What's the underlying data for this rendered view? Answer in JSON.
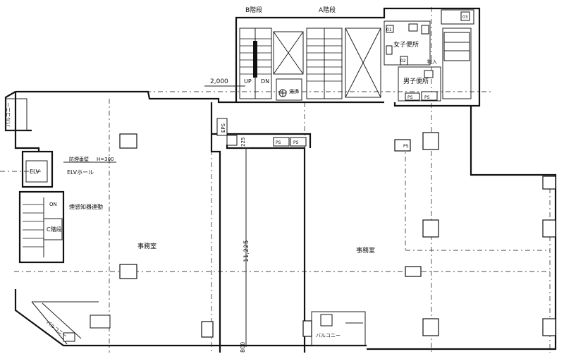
{
  "labels": {
    "b_stair": "B階段",
    "a_stair": "A階段",
    "womens_wc": "女子便所",
    "mens_wc": "男子便所",
    "storage": "物入",
    "utility": "湯沸",
    "dim_2000": "2,000",
    "dim_11225": "11,225",
    "dim_225": "225",
    "dim_800": "800",
    "up": "UP",
    "dn": "DN",
    "on": "ON",
    "elv": "ELV",
    "elv_hall": "ELVホール",
    "fire_shutter": "防煙垂壁",
    "shutter_height": "H=300",
    "smoke_detector": "煙感知器連動",
    "c_stair": "C階段",
    "balcony_top": "バルコニー",
    "balcony_left": "バルコニー",
    "balcony_bottom": "バルコニー",
    "office_left": "事務室",
    "office_right": "事務室",
    "eps": "EPS",
    "ps": "PS",
    "ps2": "PS",
    "ps3": "PS",
    "ps4": "PS",
    "psb": "PS",
    "mk_01": "01",
    "mk_02": "02",
    "mk_03": "03"
  }
}
